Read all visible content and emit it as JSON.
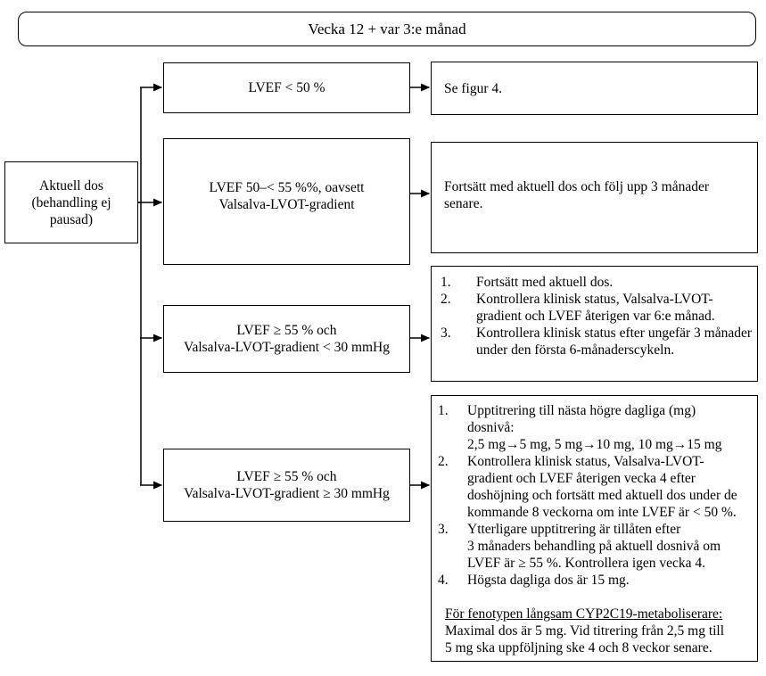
{
  "flowchart": {
    "title": "Vecka 12 + var 3:e månad",
    "source_box": "Aktuell dos\n(behandling ej\npausad)",
    "rows": [
      {
        "condition": "LVEF < 50 %",
        "action_text": "Se figur 4."
      },
      {
        "condition": "LVEF 50–< 55 %%, oavsett\nValsalva-LVOT-gradient",
        "action_text": "Fortsätt med aktuell dos och följ upp 3 månader senare."
      },
      {
        "condition": "LVEF ≥ 55 % och\nValsalva-LVOT-gradient < 30 mmHg",
        "action_items": [
          "Fortsätt med aktuell dos.",
          "Kontrollera klinisk status, Valsalva-LVOT-\ngradient och LVEF återigen var 6:e månad.",
          "Kontrollera klinisk status efter ungefär 3 månader\nunder den första 6-månaderscykeln."
        ]
      },
      {
        "condition": "LVEF ≥ 55 % och\nValsalva-LVOT-gradient ≥ 30 mmHg",
        "action_items": [
          "Upptitrering till nästa högre dagliga (mg)\ndosnivå:\n2,5 mg→5 mg, 5 mg→10 mg, 10 mg→15 mg",
          "Kontrollera klinisk status, Valsalva-LVOT-\ngradient och LVEF återigen vecka 4 efter\ndoshöjning och fortsätt med aktuell dos under de\nkommande 8 veckorna om inte LVEF är < 50 %.",
          "Ytterligare upptitrering är tillåten efter\n3 månaders behandling på aktuell dosnivå om\nLVEF är ≥ 55 %. Kontrollera igen vecka 4.",
          "Högsta dagliga dos är 15 mg."
        ],
        "footnote_heading": "För fenotypen långsam CYP2C19-metaboliserare:",
        "footnote_text": "Maximal dos är 5 mg. Vid titrering från 2,5 mg till\n5 mg ska uppföljning ske 4 och 8 veckor senare."
      }
    ],
    "colors": {
      "line": "#000000",
      "background": "#ffffff"
    }
  }
}
